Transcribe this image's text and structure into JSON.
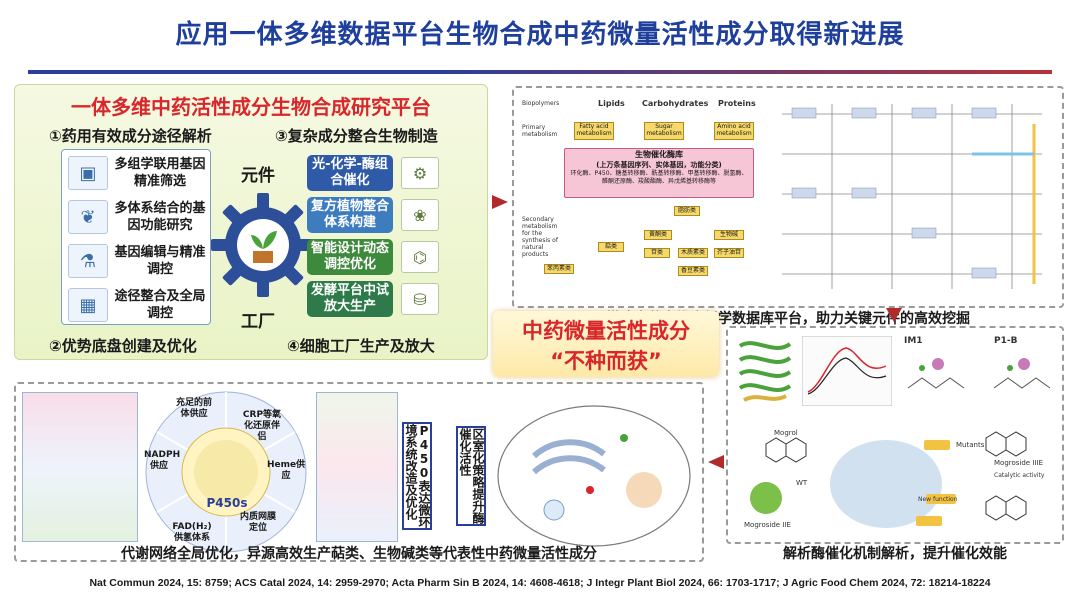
{
  "title": "应用一体多维数据平台生物合成中药微量活性成分取得新进展",
  "panel1": {
    "title": "一体多维中药活性成分生物合成研究平台",
    "sec1": "①药用有效成分途径解析",
    "sec2": "②优势底盘创建及优化",
    "sec3": "③复杂成分整合生物制造",
    "sec4": "④细胞工厂生产及放大",
    "gear_top": "元件",
    "gear_bottom": "工厂",
    "left_items": [
      "多组学联用基因精准筛选",
      "多体系结合的基因功能研究",
      "基因编辑与精准调控",
      "途径整合及全局调控"
    ],
    "right_items": [
      "光-化学-酶组合催化",
      "复方植物整合体系构建",
      "智能设计动态调控优化",
      "发酵平台中试放大生产"
    ]
  },
  "panel2": {
    "caption": "搭建中药多维度组学数据库平台，助力关键元件的高效挖掘",
    "col_labels": [
      "Lipids",
      "Carbohydrates",
      "Proteins"
    ],
    "left_labels": [
      "Biopolymers",
      "Primary metabolism",
      "Secondary metabolism for the synthesis of natural products"
    ],
    "yellow_labels": [
      "Fatty acid metabolism",
      "Sugar metabolism",
      "Amino acid metabolism"
    ],
    "db_title": "生物催化酶库",
    "db_sub": "(上万条基因序列、实体基因，功能分类)",
    "db_desc": "环化酶、P450、糖基转移酶、酰基转移酶、甲基转移酶、脱氢酶、醛酮还原酶、羧酸酯酶、异戊烯基转移酶等",
    "class_labels": [
      "萜类",
      "黄酮类",
      "苯丙素类",
      "生物碱",
      "苷类",
      "木质素类",
      "香豆素类",
      "芥子油苷",
      "脂肪类"
    ]
  },
  "banner": {
    "line1": "中药微量活性成分",
    "line2": "“不种而获”"
  },
  "panel3": {
    "caption": "代谢网络全局优化，异源高效生产萜类、生物碱类等代表性中药微量活性成分",
    "center": "P450s",
    "segments": [
      "充足的前体供应",
      "CRP等氧化还原伴侣",
      "Heme供应",
      "内质网膜定位",
      "FAD(H₂)供氢体系",
      "NADPH供应"
    ],
    "box1": "P450表达微环境系统改造及优化",
    "box2": "区室化策略提升酶催化活性"
  },
  "panel4": {
    "caption": "解析酶催化机制解析，提升催化效能",
    "labels": [
      "IM1",
      "P1-B",
      "WT",
      "Mogrol",
      "Mogroside IIE",
      "Mogroside IIIE",
      "Mutants",
      "New function",
      "Catalytic activity"
    ]
  },
  "references": "Nat Commun 2024, 15: 8759; ACS Catal 2024, 14: 2959-2970; Acta Pharm Sin B 2024, 14: 4608-4618; J Integr Plant Biol 2024, 66: 1703-1717; J Agric Food Chem 2024, 72: 18214-18224",
  "colors": {
    "title_blue": "#1f3f9c",
    "accent_red": "#d8262b",
    "box_blue": "#2e5aa8",
    "box_green": "#3e8a3c"
  },
  "icons": [
    "computer-icon",
    "plant-icon",
    "flask-icon",
    "gear-icon",
    "seedling-icon",
    "arrow-right-icon",
    "arrow-left-icon",
    "arrow-down-icon"
  ]
}
